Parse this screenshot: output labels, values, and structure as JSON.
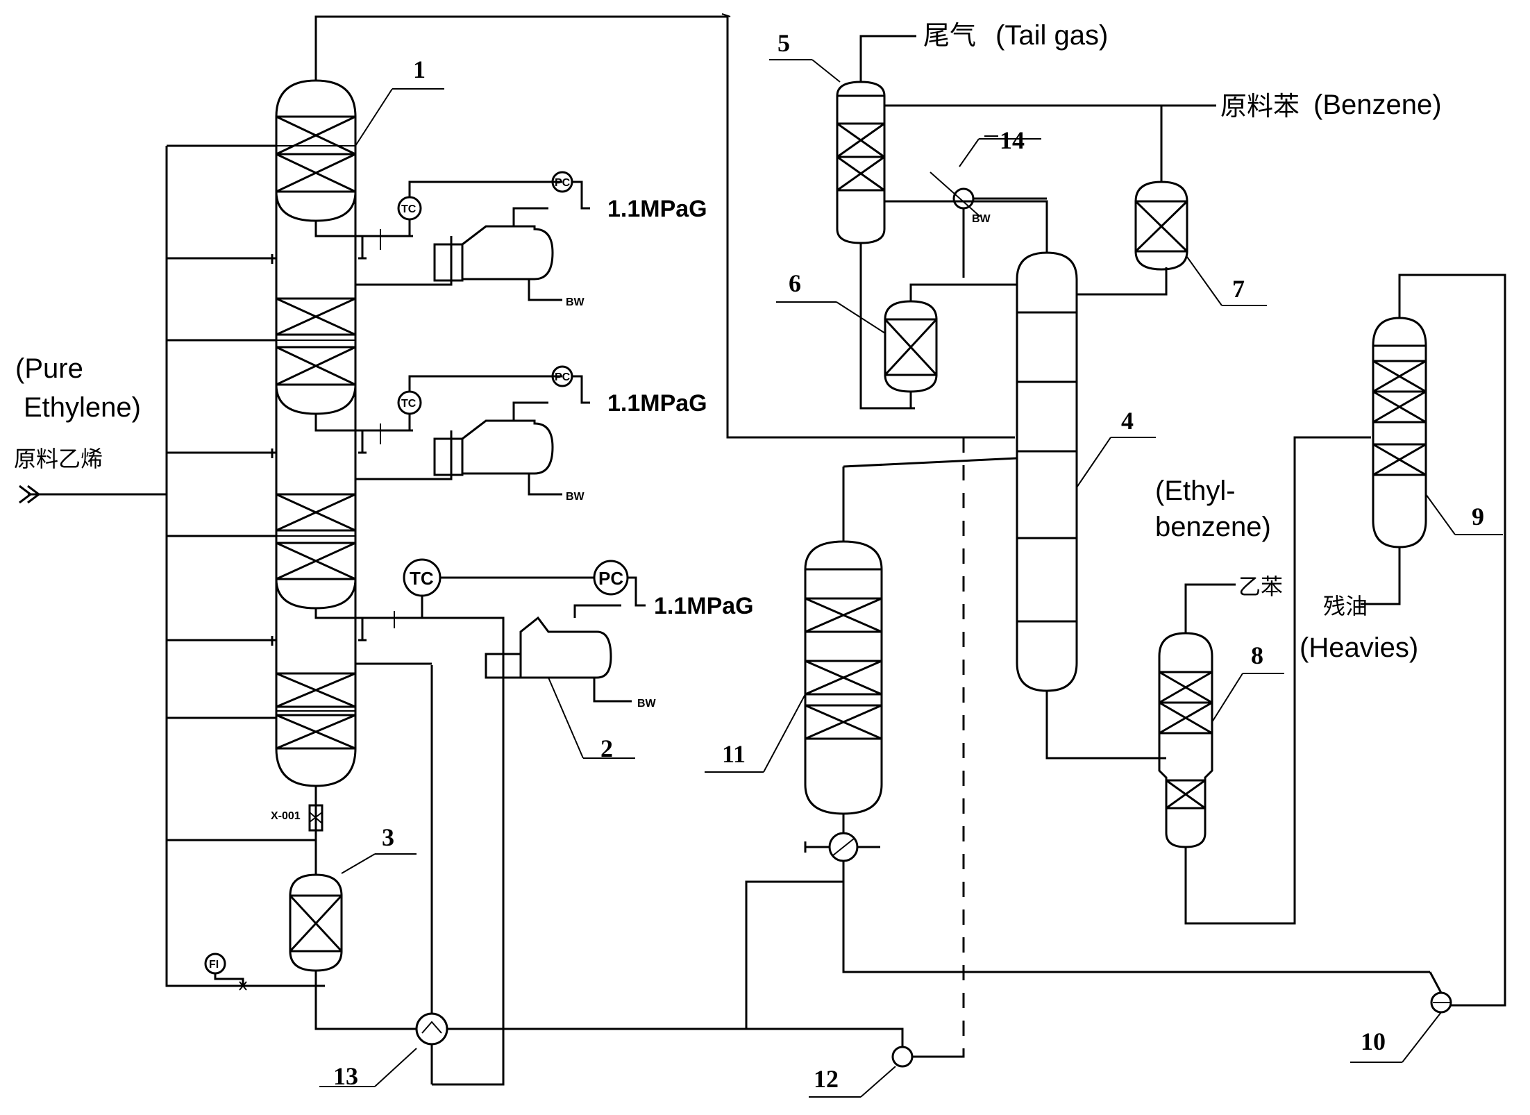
{
  "labels": {
    "tail_gas_cn": "尾气",
    "tail_gas_en": "(Tail gas)",
    "benzene_cn": "原料苯",
    "benzene_en": "(Benzene)",
    "pure_ethylene_1": "(Pure",
    "pure_ethylene_2": "Ethylene)",
    "ethylene_cn": "原料乙烯",
    "ethylbenzene_1": "(Ethyl-",
    "ethylbenzene_2": "benzene)",
    "ethylbenzene_cn": "乙苯",
    "heavies_cn": "残油",
    "heavies_en": "(Heavies)",
    "pressure": "1.1MPaG",
    "tc": "TC",
    "pc": "PC",
    "fi": "FI",
    "bw": "BW",
    "mixer": "X-001"
  },
  "equipment_numbers": [
    "1",
    "2",
    "3",
    "4",
    "5",
    "6",
    "7",
    "8",
    "9",
    "10",
    "11",
    "12",
    "13",
    "14"
  ]
}
